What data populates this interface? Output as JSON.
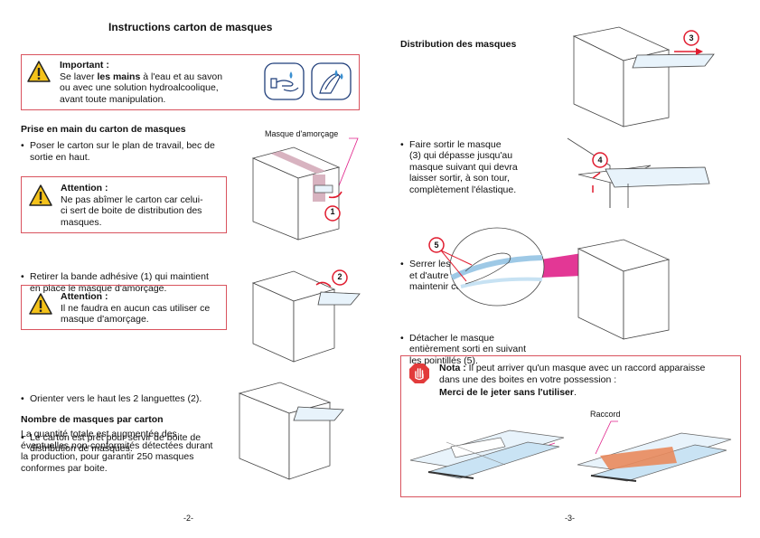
{
  "left": {
    "title": "Instructions carton de masques",
    "important": {
      "label": "Important :",
      "line1_pre": "Se laver ",
      "line1_bold": "les mains",
      "line1_post": " à l'eau et au savon",
      "line2": "ou avec une solution hydroalcoolique,",
      "line3": "avant toute manipulation."
    },
    "prise": {
      "heading": "Prise en main du carton de masques",
      "bullet1_l1": "Poser le carton sur le plan de travail, bec de",
      "bullet1_l2": "sortie en haut.",
      "attention1_label": "Attention :",
      "attention1_l1": "Ne pas abîmer le carton car celui-",
      "attention1_l2": "ci sert de boite de distribution des",
      "attention1_l3": "masques.",
      "bullet2_l1": "Retirer la bande adhésive (1) qui maintient",
      "bullet2_l2": "en place le masque d'amorçage.",
      "attention2_label": "Attention :",
      "attention2_l1": "Il ne faudra en aucun cas utiliser ce",
      "attention2_l2": "masque d'amorçage.",
      "bullet3": "Orienter vers le haut les 2 languettes (2).",
      "bullet4_l1": "Le carton est prêt pour servir de boite de",
      "bullet4_l2": "distribution de masques."
    },
    "nombre": {
      "heading": "Nombre de masques par carton",
      "l1": "La quantité totale est augmentée des",
      "l2": "éventuelles non-conformités détectées durant",
      "l3": "la production, pour garantir 250 masques",
      "l4": "conformes par boite."
    },
    "callout_masque": "Masque d'amorçage",
    "num1": "1",
    "num2": "2",
    "page": "-2-"
  },
  "right": {
    "heading": "Distribution des masques",
    "b1_l1": "Faire sortir le masque",
    "b1_l2": "(3) qui dépasse jusqu'au",
    "b1_l3": "masque suivant qui devra",
    "b1_l4": "laisser sortir, à son tour,",
    "b1_l5": "complètement l'élastique.",
    "b2_l1": "Serrer les rabats (4), de part",
    "b2_l2": "et d'autre du masque pour",
    "b2_l3": "maintenir celui-ci.",
    "b3_l1": "Détacher le masque",
    "b3_l2": "entièrement sorti en suivant",
    "b3_l3": "les pointillés (5).",
    "num3": "3",
    "num4": "4",
    "num5": "5",
    "nota": {
      "label": "Nota :",
      "l1": " Il peut arriver qu'un masque avec un raccord apparaisse",
      "l2": "dans une des boites en votre possession :",
      "l3_bold": "Merci de le jeter sans l'utiliser",
      "l3_post": "."
    },
    "raccord": "Raccord",
    "page": "-3-"
  },
  "colors": {
    "accent": "#d9535e",
    "arrow": "#e01b2e",
    "warn": "#f4c21a",
    "stop": "#e23b3b",
    "magenta": "#e0218a"
  }
}
